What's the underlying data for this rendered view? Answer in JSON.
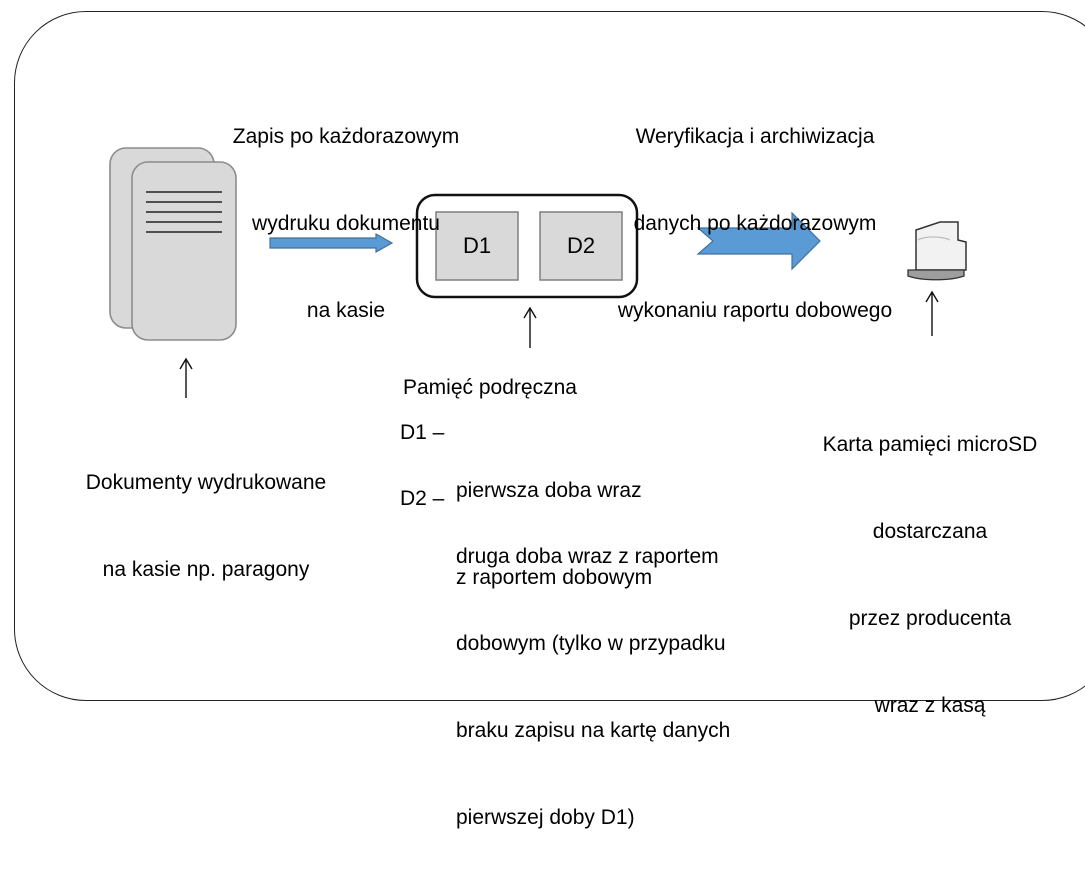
{
  "captions": {
    "write_note": [
      "Zapis po każdorazowym",
      "wydruku dokumentu",
      "na kasie"
    ],
    "verify_note": [
      "Weryfikacja i archiwizacja",
      "danych po każdorazowym",
      "wykonaniu raportu dobowego"
    ],
    "documents_label": [
      "Dokumenty wydrukowane",
      "na kasie np. paragony"
    ],
    "card_label": [
      "Karta pamięci microSD",
      "dostarczana",
      "przez producenta",
      "wraz z kasą"
    ]
  },
  "memory": {
    "cells": [
      "D1",
      "D2"
    ],
    "title": "Pamięć podręczna",
    "legend": [
      {
        "key": "D1 –",
        "lines": [
          "pierwsza doba wraz",
          "z raportem dobowym"
        ]
      },
      {
        "key": "D2 –",
        "lines": [
          "druga doba wraz z raportem",
          "dobowym (tylko w przypadku",
          "braku zapisu na kartę danych",
          "pierwszej doby D1)"
        ]
      }
    ]
  },
  "colors": {
    "doc_fill": "#d9d9d9",
    "doc_stroke": "#8c8c8c",
    "cell_fill": "#d9d9d9",
    "cell_stroke": "#7f7f7f",
    "arrow_fill": "#5b9bd5",
    "arrow_stroke": "#41719c"
  },
  "icons": [
    "documents-icon",
    "microsd-card-icon"
  ]
}
